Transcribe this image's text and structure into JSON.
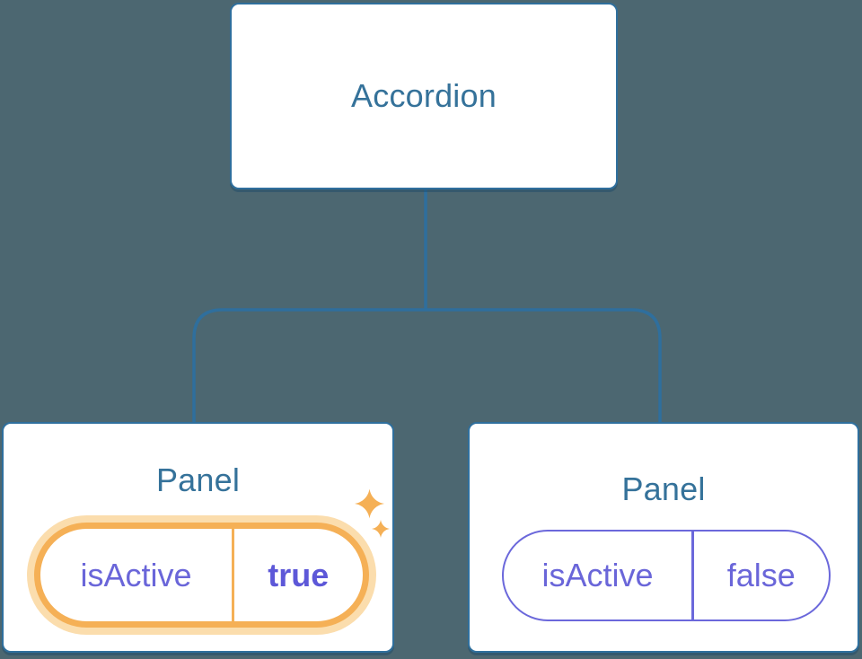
{
  "canvas": {
    "background_color": "#4C6771"
  },
  "tree": {
    "root": {
      "label": "Accordion"
    },
    "panels": [
      {
        "title": "Panel",
        "prop_name": "isActive",
        "prop_value": "true",
        "state": "active",
        "pill_color": "#F5B056",
        "glow_color": "#FBDDAD"
      },
      {
        "title": "Panel",
        "prop_name": "isActive",
        "prop_value": "false",
        "state": "inactive",
        "pill_color": "#6B68DB"
      }
    ]
  },
  "icons": {
    "sparkle": "sparkle-icon"
  },
  "colors": {
    "background": "#4C6771",
    "node_fill": "#FFFFFF",
    "node_border": "#2F6F9D",
    "connector_line": "#2F6F9D",
    "node_text": "#35729A",
    "prop_text": "#6A66D9",
    "highlight_orange": "#F5B056",
    "highlight_glow": "#FBDDAD"
  }
}
